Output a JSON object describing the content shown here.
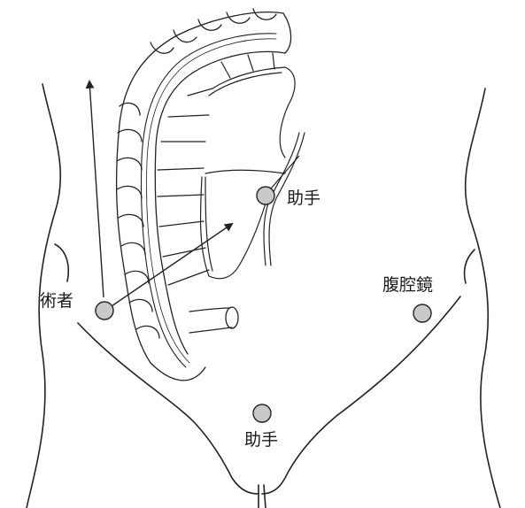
{
  "labels": {
    "surgeon": "術者",
    "assistant_upper": "助手",
    "laparoscope": "腹腔鏡",
    "assistant_lower": "助手"
  },
  "colors": {
    "line": "#222222",
    "port_fill": "#c9c9c9",
    "background": "#ffffff"
  },
  "icons": {
    "port": "circle-shaded",
    "direction": "arrow"
  }
}
